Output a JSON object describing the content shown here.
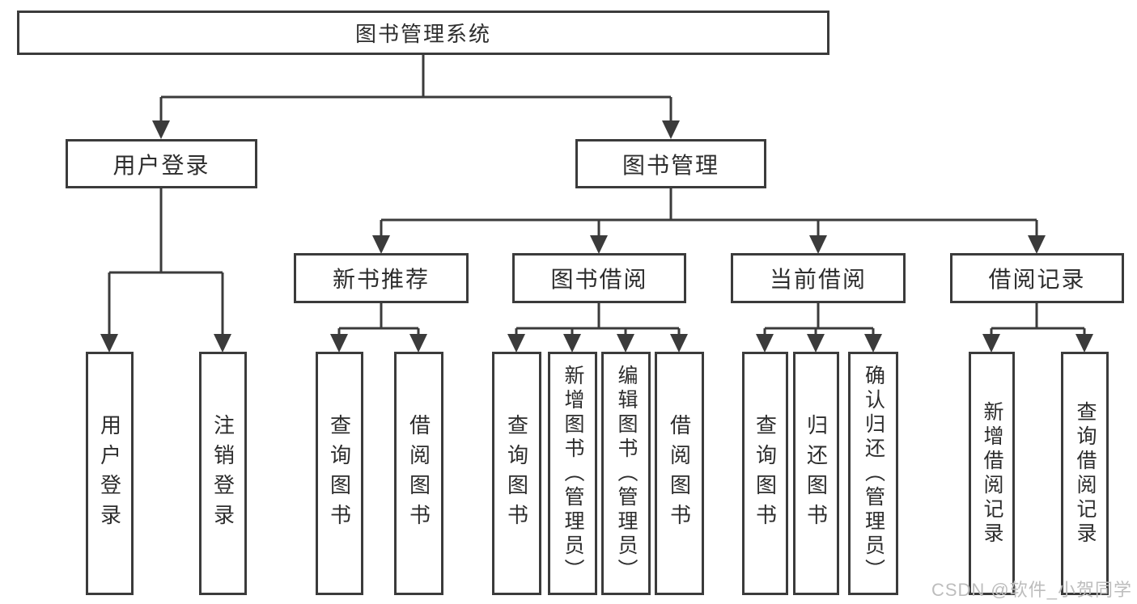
{
  "diagram": {
    "root": {
      "label": "图书管理系统"
    },
    "user_login": {
      "label": "用户登录",
      "leaves": [
        {
          "label": "用户登录"
        },
        {
          "label": "注销登录"
        }
      ]
    },
    "book_management": {
      "label": "图书管理",
      "branches": [
        {
          "label": "新书推荐",
          "leaves": [
            {
              "label": "查询图书"
            },
            {
              "label": "借阅图书"
            }
          ]
        },
        {
          "label": "图书借阅",
          "leaves": [
            {
              "label": "查询图书"
            },
            {
              "label": "新增图书（管理员）"
            },
            {
              "label": "编辑图书（管理员）"
            },
            {
              "label": "借阅图书"
            }
          ]
        },
        {
          "label": "当前借阅",
          "leaves": [
            {
              "label": "查询图书"
            },
            {
              "label": "归还图书"
            },
            {
              "label": "确认归还（管理员）"
            }
          ]
        },
        {
          "label": "借阅记录",
          "leaves": [
            {
              "label": "新增借阅记录"
            },
            {
              "label": "查询借阅记录"
            }
          ]
        }
      ]
    }
  },
  "watermark": {
    "text": "CSDN @软件_小贺同学"
  },
  "colors": {
    "line": "#3b3b3b",
    "text": "#2d2d2d",
    "watermark": "#bdbdbd",
    "background": "#ffffff"
  }
}
